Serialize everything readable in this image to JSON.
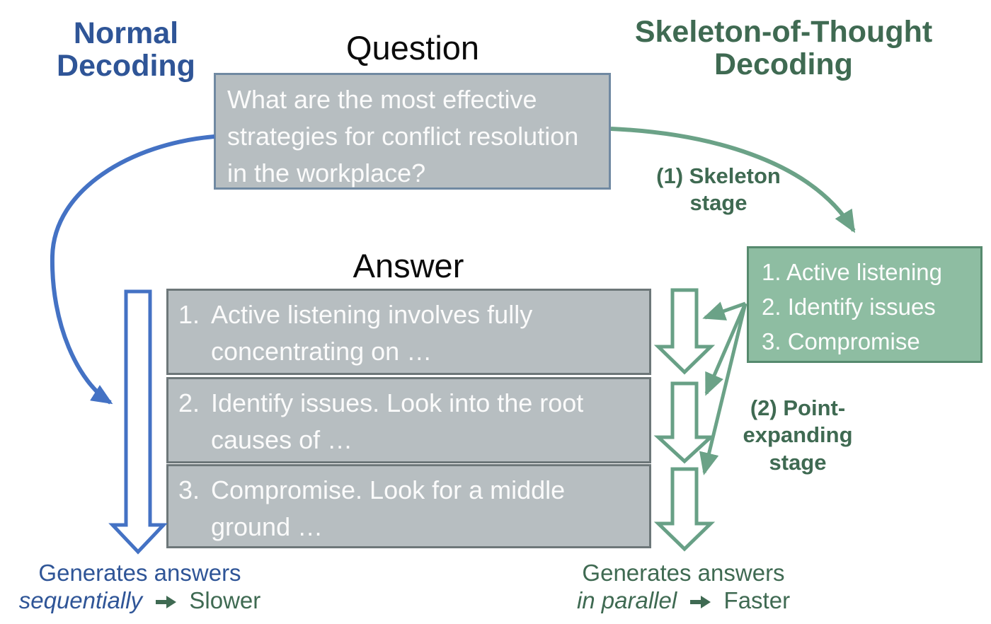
{
  "titles": {
    "normal": "Normal Decoding",
    "question": "Question",
    "answer": "Answer",
    "sot": "Skeleton-of-Thought Decoding"
  },
  "question_box": {
    "text": "What are the most effective strategies for conflict resolution in the workplace?"
  },
  "labels": {
    "skeleton_stage": {
      "lines": [
        "(1) Skeleton",
        "stage"
      ]
    },
    "point_expanding": {
      "lines": [
        "(2) Point-",
        "expanding",
        "stage"
      ]
    }
  },
  "skeleton_box": {
    "items": [
      "1. Active listening",
      "2. Identify issues",
      "3. Compromise"
    ]
  },
  "answer_box": {
    "items": [
      {
        "num": "1.",
        "text": "Active listening involves fully concentrating on …"
      },
      {
        "num": "2.",
        "text": "Identify issues. Look into the root causes of …"
      },
      {
        "num": "3.",
        "text": "Compromise. Look for a middle ground …"
      }
    ]
  },
  "bottom_left": {
    "line1": "Generates answers",
    "emphasis": "sequentially",
    "result": "Slower"
  },
  "bottom_right": {
    "line1": "Generates answers",
    "emphasis": "in parallel",
    "result": "Faster"
  },
  "icons": {
    "result_arrow": "➔"
  },
  "colors": {
    "blue_text": "#2F5597",
    "blue_arrow": "#4472C4",
    "green_text": "#3F6A52",
    "green_arrow": "#6BA287",
    "green_box_fill": "#8EBDA2",
    "green_box_border": "#568A6E",
    "gray_box_fill": "#B7BEC1",
    "gray_box_border": "#6D7779",
    "question_box_border": "#7089A2",
    "box_text": "#FBFBFB"
  }
}
